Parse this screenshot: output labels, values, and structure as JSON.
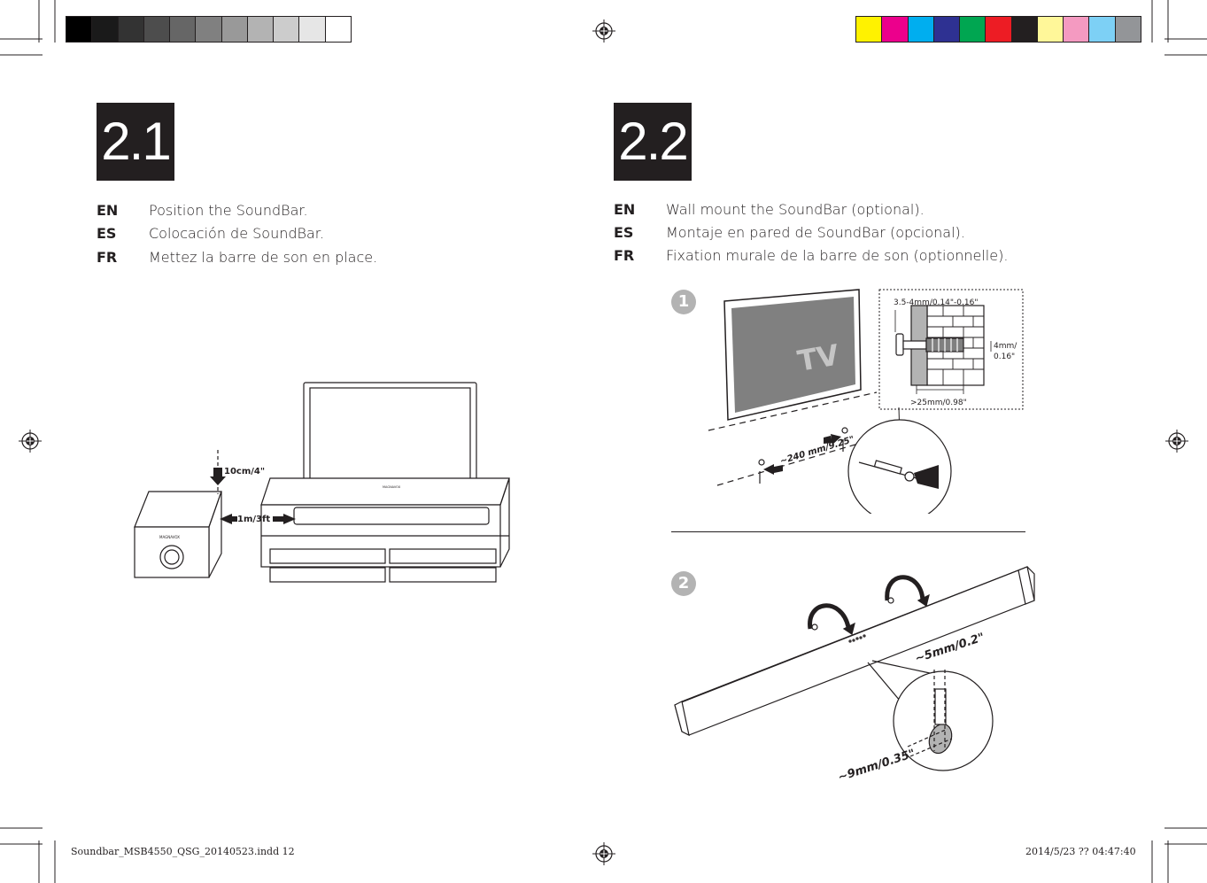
{
  "colors": {
    "grayscale": [
      "#000000",
      "#1a1a1a",
      "#333333",
      "#4d4d4d",
      "#666666",
      "#808080",
      "#999999",
      "#b3b3b3",
      "#cccccc",
      "#e6e6e6",
      "#ffffff"
    ],
    "process": [
      "#fff200",
      "#ec008c",
      "#00aeef",
      "#2e3192",
      "#00a651",
      "#ed1c24",
      "#231f20",
      "#fff799",
      "#f49ac1",
      "#7dd0f5",
      "#939598"
    ],
    "ink": "#231f20",
    "badge_bg": "#231f20",
    "step_circle": "#b3b3b3"
  },
  "section_21": {
    "badge": "2.1",
    "lines": [
      {
        "code": "EN",
        "text": "Position the SoundBar."
      },
      {
        "code": "ES",
        "text": "Colocación de SoundBar."
      },
      {
        "code": "FR",
        "text": "Mettez la barre de son en place."
      }
    ],
    "illustration": {
      "label_top": "10cm/4\"",
      "label_side": "1m/3ft",
      "brand_sub": "MAGNAVOX",
      "brand_tv": "MAGNAVOX"
    }
  },
  "section_22": {
    "badge": "2.2",
    "lines": [
      {
        "code": "EN",
        "text": "Wall mount the SoundBar (optional)."
      },
      {
        "code": "ES",
        "text": "Montaje en pared de SoundBar (opcional)."
      },
      {
        "code": "FR",
        "text": "Fixation murale de la barre de son (optionnelle)."
      }
    ],
    "step1": {
      "number": "1",
      "tv_label": "TV",
      "screw_dim": "3.5-4mm/0.14\"-0.16\"",
      "head_dim_line1": "4mm/",
      "head_dim_line2": "0.16\"",
      "depth_dim": ">25mm/0.98\"",
      "spacing": "~240 mm/9.25\""
    },
    "step2": {
      "number": "2",
      "gap_label": "~5mm/0.2\"",
      "hole_label": "~9mm/0.35\""
    }
  },
  "footer": {
    "file": "Soundbar_MSB4550_QSG_20140523.indd   12",
    "timestamp": "2014/5/23   ?? 04:47:40"
  }
}
